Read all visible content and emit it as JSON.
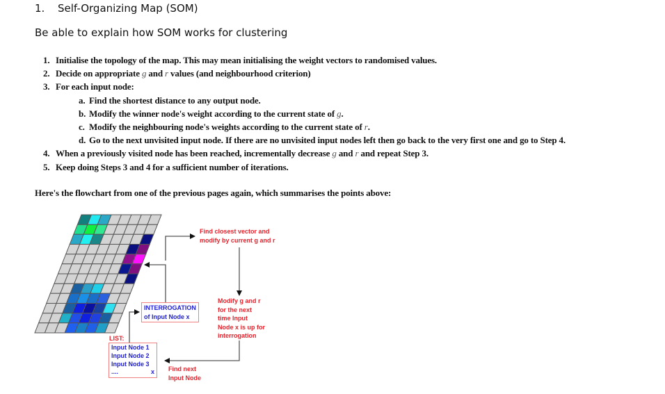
{
  "heading": {
    "number": "1.",
    "title": "Self-Organizing Map (SOM)"
  },
  "subheading": "Be able to explain how SOM works for clustering",
  "steps": [
    {
      "n": "1.",
      "parts": [
        "Initialise the topology of the map. This may mean initialising the weight vectors to randomised values."
      ]
    },
    {
      "n": "2.",
      "pre": "Decide on appropriate ",
      "g": "g",
      "mid": " and ",
      "r": "r",
      "post": " values (and neighbourhood criterion)"
    },
    {
      "n": "3.",
      "parts": [
        "For each input node:"
      ]
    },
    {
      "n": "4.",
      "pre": "When a previously visited node has been reached, incrementally decrease ",
      "g": "g",
      "mid": " and ",
      "r": "r",
      "post": " and repeat Step 3."
    },
    {
      "n": "5.",
      "parts": [
        "Keep doing Steps 3 and 4 for a sufficient number of iterations."
      ]
    }
  ],
  "substeps": [
    {
      "n": "a.",
      "text": "Find the shortest distance to any output node."
    },
    {
      "n": "b.",
      "pre": "Modify the winner node's weight according to the current state of ",
      "var": "g",
      "post": "."
    },
    {
      "n": "c.",
      "pre": "Modify the neighbouring node's weights according to the current state of ",
      "var": "r",
      "post": "."
    },
    {
      "n": "d.",
      "text": "Go to the next unvisited input node. If there are no unvisited input nodes left then go back to the very first one and go to Step 4."
    }
  ],
  "intro": "Here's the flowchart from one of the previous pages again, which summarises the points above:",
  "flowchart": {
    "find_closest": [
      "Find closest vector and",
      "modify by current g and r"
    ],
    "modify_gr": [
      "Modify g and r",
      "for the next",
      "time Input",
      "Node x is up for",
      "interrogation"
    ],
    "interrogation": [
      "INTERROGATION",
      "of Input Node x"
    ],
    "list_label": "LIST:",
    "list_items": [
      "Input Node 1",
      "Input Node 2",
      "Input Node 3"
    ],
    "list_ellipsis": "....",
    "list_last": "x",
    "find_next": [
      "Find next",
      "Input Node"
    ],
    "colors": {
      "label_red": "#e8202a",
      "node_blue": "#2020d0",
      "box_border": "#f08080",
      "grid_gray": "#d4d4d4",
      "grid_line": "#555555"
    }
  },
  "som_grid": {
    "rows": 12,
    "cols": 8,
    "default_color": "#d4d4d4",
    "cells": [
      [
        0,
        0,
        "#138080"
      ],
      [
        0,
        1,
        "#22e8f0"
      ],
      [
        0,
        2,
        "#2aa8c8"
      ],
      [
        1,
        0,
        "#20e090"
      ],
      [
        1,
        1,
        "#10f040"
      ],
      [
        1,
        2,
        "#30e890"
      ],
      [
        2,
        0,
        "#2aa8c8"
      ],
      [
        2,
        1,
        "#22f0f0"
      ],
      [
        2,
        2,
        "#1a8888"
      ],
      [
        2,
        7,
        "#0a1080"
      ],
      [
        3,
        6,
        "#0a1080"
      ],
      [
        3,
        7,
        "#801080"
      ],
      [
        4,
        6,
        "#901090"
      ],
      [
        4,
        7,
        "#ff10ff"
      ],
      [
        5,
        6,
        "#0a1890"
      ],
      [
        5,
        7,
        "#801080"
      ],
      [
        6,
        7,
        "#0a1080"
      ],
      [
        7,
        2,
        "#1a5fa0"
      ],
      [
        7,
        3,
        "#2aa0c8"
      ],
      [
        7,
        4,
        "#20d0e8"
      ],
      [
        8,
        2,
        "#1a70c8"
      ],
      [
        8,
        3,
        "#1a90e8"
      ],
      [
        8,
        4,
        "#1a70c8"
      ],
      [
        8,
        5,
        "#2a60e0"
      ],
      [
        9,
        2,
        "#1a5fa0"
      ],
      [
        9,
        3,
        "#1020e0"
      ],
      [
        9,
        4,
        "#0a10a0"
      ],
      [
        9,
        5,
        "#1a40a0"
      ],
      [
        9,
        6,
        "#30e0f0"
      ],
      [
        10,
        2,
        "#20b0c8"
      ],
      [
        10,
        3,
        "#2050e8"
      ],
      [
        10,
        4,
        "#1020e0"
      ],
      [
        10,
        5,
        "#2040e0"
      ],
      [
        10,
        6,
        "#1a60a0"
      ],
      [
        11,
        3,
        "#2060f0"
      ],
      [
        11,
        4,
        "#1a80c8"
      ],
      [
        11,
        5,
        "#2060e8"
      ],
      [
        11,
        6,
        "#20a0c8"
      ]
    ]
  }
}
